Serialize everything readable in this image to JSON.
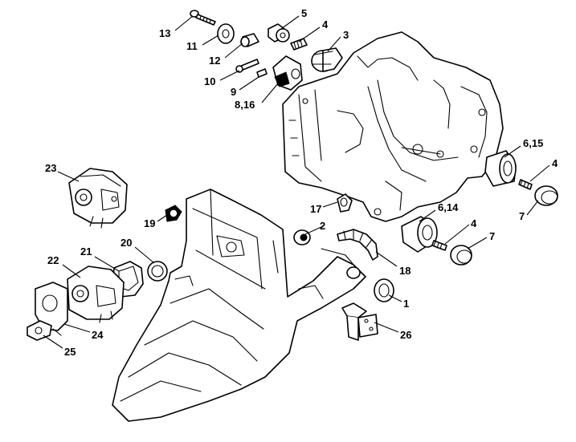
{
  "callouts": {
    "c1": "1",
    "c2": "2",
    "c3": "3",
    "c4a": "4",
    "c4b": "4",
    "c4c": "4",
    "c5": "5",
    "c6_14": "6,14",
    "c6_15": "6,15",
    "c7a": "7",
    "c7b": "7",
    "c8_16": "8,16",
    "c9": "9",
    "c10": "10",
    "c11": "11",
    "c12": "12",
    "c13": "13",
    "c17": "17",
    "c18": "18",
    "c19": "19",
    "c20": "20",
    "c21": "21",
    "c22": "22",
    "c23": "23",
    "c24": "24",
    "c25": "25",
    "c26": "26"
  }
}
